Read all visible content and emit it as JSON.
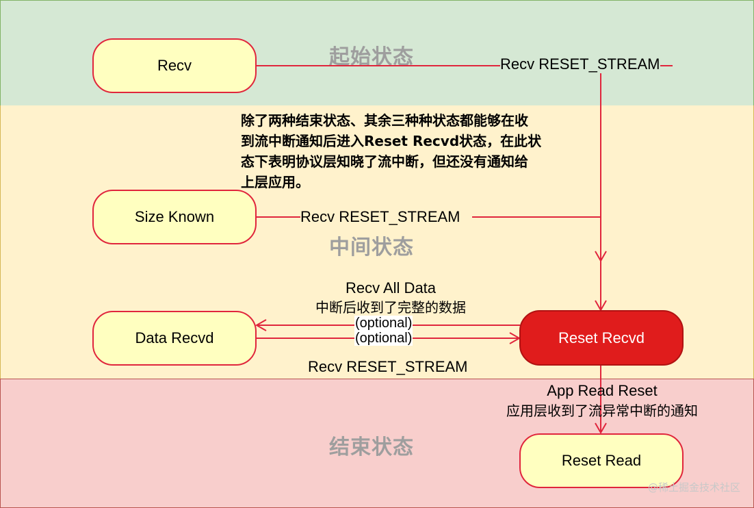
{
  "zones": {
    "start": "起始状态",
    "middle": "中间状态",
    "end": "结束状态"
  },
  "states": {
    "recv": "Recv",
    "size_known": "Size Known",
    "data_recvd": "Data Recvd",
    "reset_recvd": "Reset Recvd",
    "reset_read": "Reset Read"
  },
  "edges": {
    "recv_reset": "Recv RESET_STREAM",
    "size_known_reset": "Recv RESET_STREAM",
    "all_data": "Recv All Data",
    "all_data_cn": "中断后收到了完整的数据",
    "optional_top": "(optional)",
    "optional_bottom": "(optional)",
    "data_recvd_reset": "Recv RESET_STREAM",
    "app_read_reset": "App Read Reset",
    "app_read_reset_cn": "应用层收到了流异常中断的通知"
  },
  "note": {
    "lines": [
      "除了两种结束状态、其余三种种状态都能够在收",
      "到流中断通知后进入Reset Recvd状态，在此状",
      "态下表明协议层知晓了流中断，但还没有通知给",
      "上层应用。"
    ]
  },
  "watermark": "@稀土掘金技术社区",
  "colors": {
    "start_zone": "#d5e8d4",
    "middle_zone": "#fff2cc",
    "end_zone": "#f8cecc",
    "state_fill": "#ffffc0",
    "state_border": "#e0253c",
    "active_state": "#e01c1c",
    "arrow": "#e0253c"
  }
}
